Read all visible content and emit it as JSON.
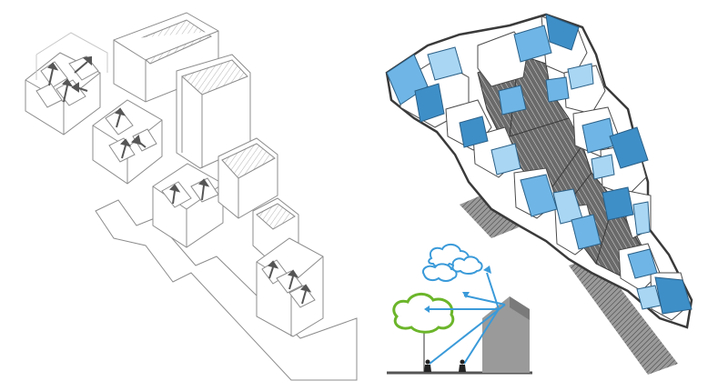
{
  "figure": {
    "panels": [
      {
        "id": "left",
        "kind": "line-axonometric"
      },
      {
        "id": "right",
        "kind": "colored-axonometric"
      },
      {
        "id": "inset",
        "kind": "daylight-section"
      }
    ]
  },
  "colors": {
    "line": "#8c8c8c",
    "roof_hatch": "#bdbdbd",
    "dark_roof": "#5a5a5a",
    "window_blue": "#6fb6e6",
    "window_blue_dark": "#3e8fc8",
    "window_blue_light": "#a9d6f3",
    "cloud_blue": "#3a9ad9",
    "tree_green": "#6bb52a",
    "house_gray": "#9a9a9a",
    "ground": "#555555"
  },
  "icons": {
    "arrow": "up-arrow-icon",
    "person": "person-icon",
    "cloud": "cloud-icon",
    "tree": "tree-icon"
  }
}
